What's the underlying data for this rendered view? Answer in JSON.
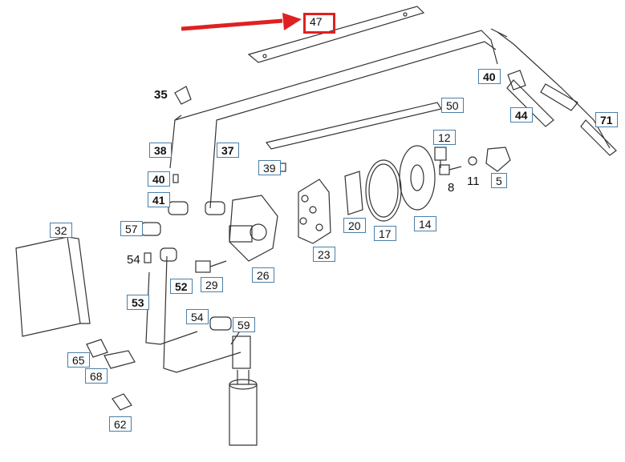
{
  "highlight": {
    "label": "47",
    "color": "#e02020"
  },
  "colors": {
    "line": "#333333",
    "label_border": "#4a7fa8",
    "arrow": "#e02020"
  },
  "labels": {
    "l35": "35",
    "l40a": "40",
    "l44": "44",
    "l71": "71",
    "l50": "50",
    "l12": "12",
    "l8": "8",
    "l11": "11",
    "l5": "5",
    "l38": "38",
    "l37": "37",
    "l39": "39",
    "l40b": "40",
    "l41": "41",
    "l57": "57",
    "l54a": "54",
    "l32": "32",
    "l52": "52",
    "l29": "29",
    "l26": "26",
    "l23": "23",
    "l20": "20",
    "l17": "17",
    "l14": "14",
    "l53": "53",
    "l54b": "54",
    "l59": "59",
    "l65": "65",
    "l68": "68",
    "l62": "62"
  }
}
